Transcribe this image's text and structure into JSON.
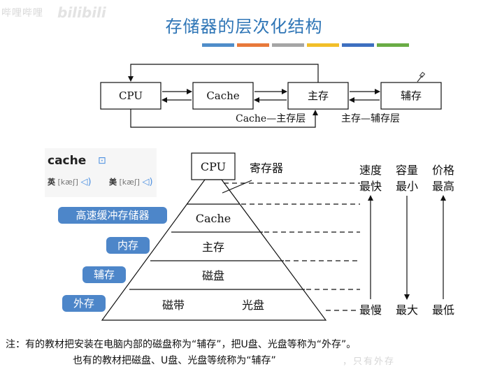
{
  "watermark": {
    "text": "哔哩哔哩",
    "brand": "bilibili"
  },
  "title": "存储器的层次化结构",
  "title_bar_colors": [
    "#4f8dc9",
    "#e8793a",
    "#a5a5a5",
    "#f2bf29",
    "#3d6fc0",
    "#6aac45"
  ],
  "top_diagram": {
    "cpu": "CPU",
    "cache": "Cache",
    "main_memory": "主存",
    "aux_memory": "辅存",
    "layer_cache_main": "Cache—主存层",
    "layer_main_aux": "主存—辅存层"
  },
  "dictionary_card": {
    "word": "cache",
    "uk_label": "英",
    "uk_ipa": "[kæʃ]",
    "us_label": "美",
    "us_ipa": "[kæʃ]",
    "speaker_icon": "speaker-icon",
    "bookmark_icon": "bookmark-icon"
  },
  "pyramid": {
    "cpu": "CPU",
    "register_label": "寄存器",
    "cache": "Cache",
    "main_memory": "主存",
    "disk": "磁盘",
    "tape": "磁带",
    "optical": "光盘"
  },
  "callouts": [
    "高速缓冲存储器",
    "内存",
    "辅存",
    "外存"
  ],
  "metrics": {
    "speed_header": [
      "速度",
      "最快"
    ],
    "capacity_header": [
      "容量",
      "最小"
    ],
    "price_header": [
      "价格",
      "最高"
    ],
    "speed_bottom": "最慢",
    "capacity_bottom": "最大",
    "price_bottom": "最低"
  },
  "note_line1": "注：有的教材把安装在电脑内部的磁盘称为“辅存”，把U盘、光盘等称为“外存”。",
  "note_line2": "也有的教材把磁盘、U盘、光盘等统称为“辅存”",
  "note_line2_faded": "，只有外存",
  "pencil_icon": "pencil-icon"
}
